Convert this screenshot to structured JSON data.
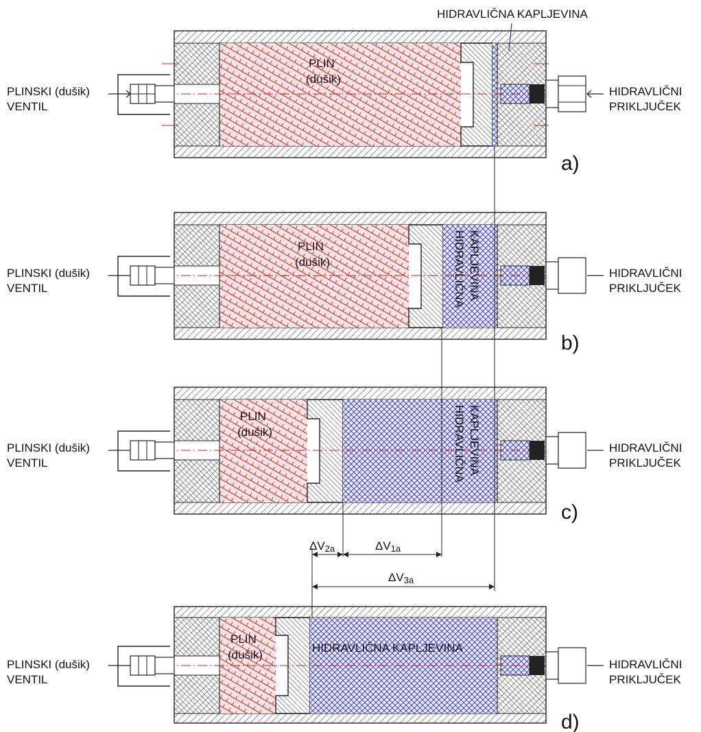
{
  "top_label": "HIDRAVLIČNA KAPLJEVINA",
  "colors": {
    "gas": "#cc2222",
    "liquid": "#2a2ab0",
    "steel": "#222222"
  },
  "panels": [
    {
      "letter": "a)",
      "gas_label_1": "PLIN",
      "gas_label_2": "(dušik)",
      "left_label_1": "PLINSKI (dušik)",
      "left_label_2": "VENTIL",
      "right_label_1": "HIDRAVLIČNI",
      "right_label_2": "PRIKLJUČEK",
      "liquid_label": ""
    },
    {
      "letter": "b)",
      "gas_label_1": "PLIN",
      "gas_label_2": "(dušik)",
      "left_label_1": "PLINSKI (dušik)",
      "left_label_2": "VENTIL",
      "right_label_1": "HIDRAVLIČNI",
      "right_label_2": "PRIKLJUČEK",
      "liquid_label_1": "HIDRAVLIČNA",
      "liquid_label_2": "KAPLJEVINA"
    },
    {
      "letter": "c)",
      "gas_label_1": "PLIN",
      "gas_label_2": "(dušik)",
      "left_label_1": "PLINSKI (dušik)",
      "left_label_2": "VENTIL",
      "right_label_1": "HIDRAVLIČNI",
      "right_label_2": "PRIKLJUČEK",
      "liquid_label_1": "HIDRAVLIČNA",
      "liquid_label_2": "KAPLJEVINA"
    },
    {
      "letter": "d)",
      "gas_label_1": "PLIN",
      "gas_label_2": "(dušik)",
      "left_label_1": "PLINSKI (dušik)",
      "left_label_2": "VENTIL",
      "right_label_1": "HIDRAVLIČNI",
      "right_label_2": "PRIKLJUČEK",
      "liquid_label": "HIDRAVLIČNA KAPLJEVINA"
    }
  ],
  "dimensions": {
    "dv2": {
      "sym": "ΔV",
      "sub": "2a"
    },
    "dv1": {
      "sym": "ΔV",
      "sub": "1a"
    },
    "dv3": {
      "sym": "ΔV",
      "sub": "3a"
    }
  }
}
